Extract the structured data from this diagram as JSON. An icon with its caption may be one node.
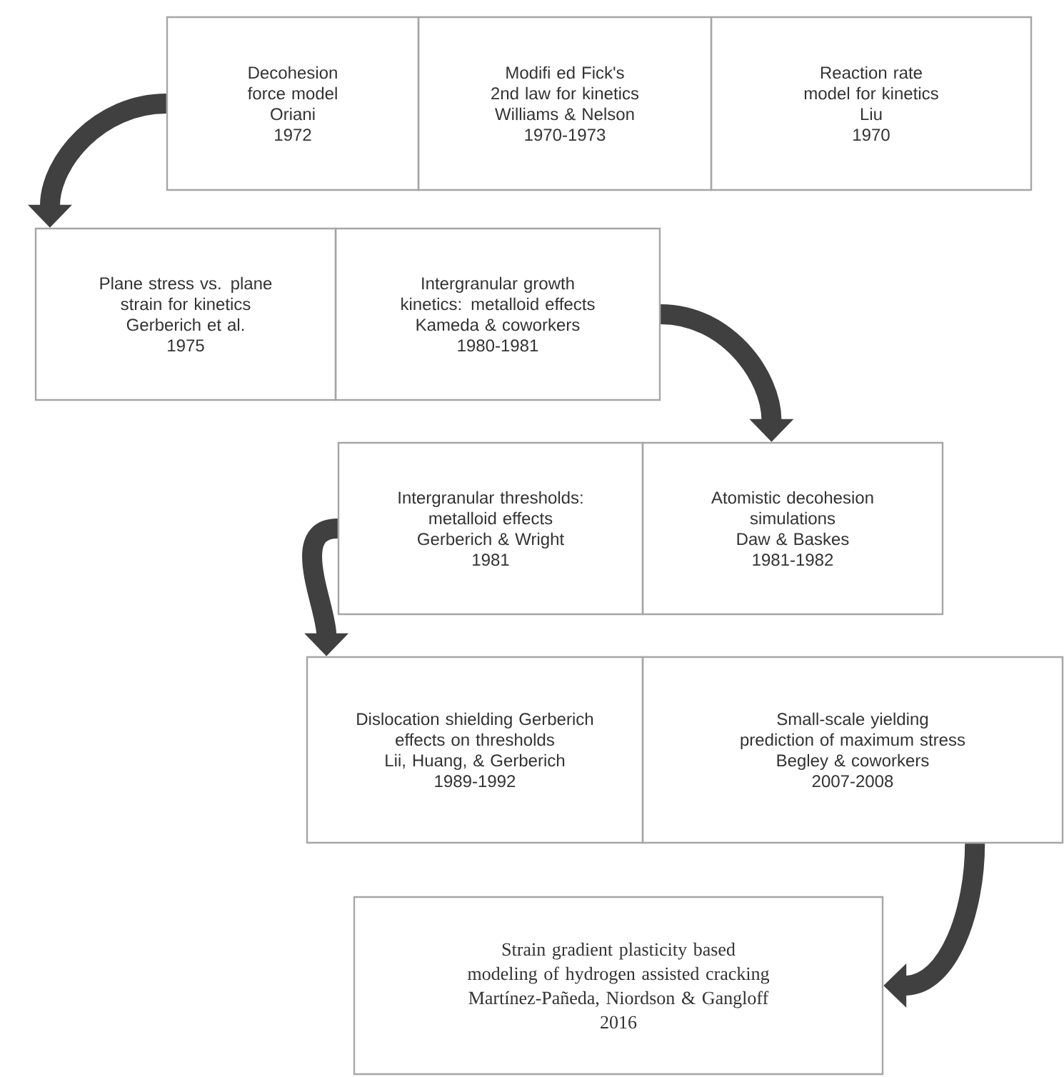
{
  "diagram": {
    "nodes": [
      {
        "text": [
          "Decohesion force model",
          "Oriani",
          "1972"
        ]
      },
      {
        "text": [
          "Modifi ed Fick's 2nd law for kinetics",
          "Williams & Nelson",
          "1970-1973"
        ]
      },
      {
        "text": [
          "Reaction rate model for kinetics",
          "Liu",
          "1970"
        ]
      },
      {
        "text": [
          "Plane stress vs. plane strain for kinetics",
          "Gerberich et al.",
          "1975"
        ]
      },
      {
        "text": [
          "Intergranular growth kinetics: metalloid effects",
          "Kameda & coworkers",
          "1980-1981"
        ]
      },
      {
        "text": [
          "Intergranular thresholds: metalloid effects",
          "Gerberich & Wright",
          "1981"
        ]
      },
      {
        "text": [
          "Atomistic decohesion simulations",
          "Daw & Baskes",
          "1981-1982"
        ]
      },
      {
        "text": [
          "Dislocation shielding Gerberich effects on thresholds",
          "Lii, Huang, & Gerberich",
          "1989-1992"
        ]
      },
      {
        "text": [
          "Small-scale yielding prediction of maximum  stress",
          "Begley & coworkers",
          "2007-2008"
        ]
      },
      {
        "text": [
          "Strain gradient plasticity based modeling of hydrogen assisted cracking",
          "Martínez-Pañeda, Niordson & Gangloff",
          "2016"
        ]
      }
    ],
    "edges": [
      {
        "from": 0,
        "to": 3,
        "arrow": "to"
      },
      {
        "from": 4,
        "to": 6,
        "arrow": "to"
      },
      {
        "from": 5,
        "to": 7,
        "arrow": "to"
      },
      {
        "from": 8,
        "to": 9,
        "arrow": "to"
      }
    ]
  }
}
